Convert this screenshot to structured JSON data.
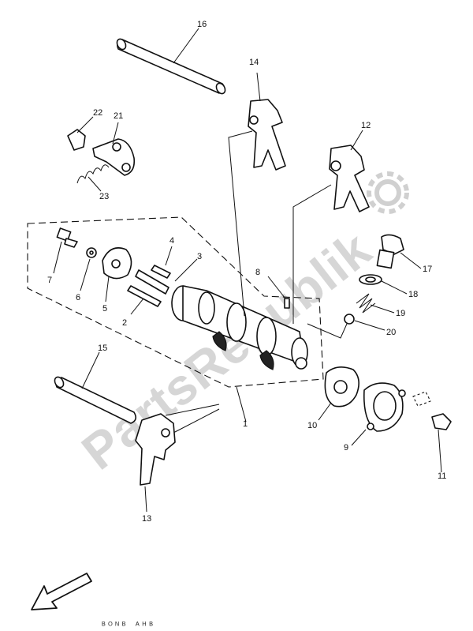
{
  "watermark": {
    "text": "PartsRepublik"
  },
  "callouts": {
    "c1": "1",
    "c2": "2",
    "c3": "3",
    "c4": "4",
    "c5": "5",
    "c6": "6",
    "c7": "7",
    "c8": "8",
    "c9": "9",
    "c10": "10",
    "c11": "11",
    "c12": "12",
    "c13": "13",
    "c14": "14",
    "c15": "15",
    "c16": "16",
    "c17": "17",
    "c18": "18",
    "c19": "19",
    "c20": "20",
    "c21": "21",
    "c22": "22",
    "c23": "23"
  },
  "footer": {
    "code": "ᴮᴼᴺᴮ ᴬᴴᴮ"
  },
  "icons": {
    "direction": "front-arrow-icon",
    "logo": "gear-icon"
  }
}
